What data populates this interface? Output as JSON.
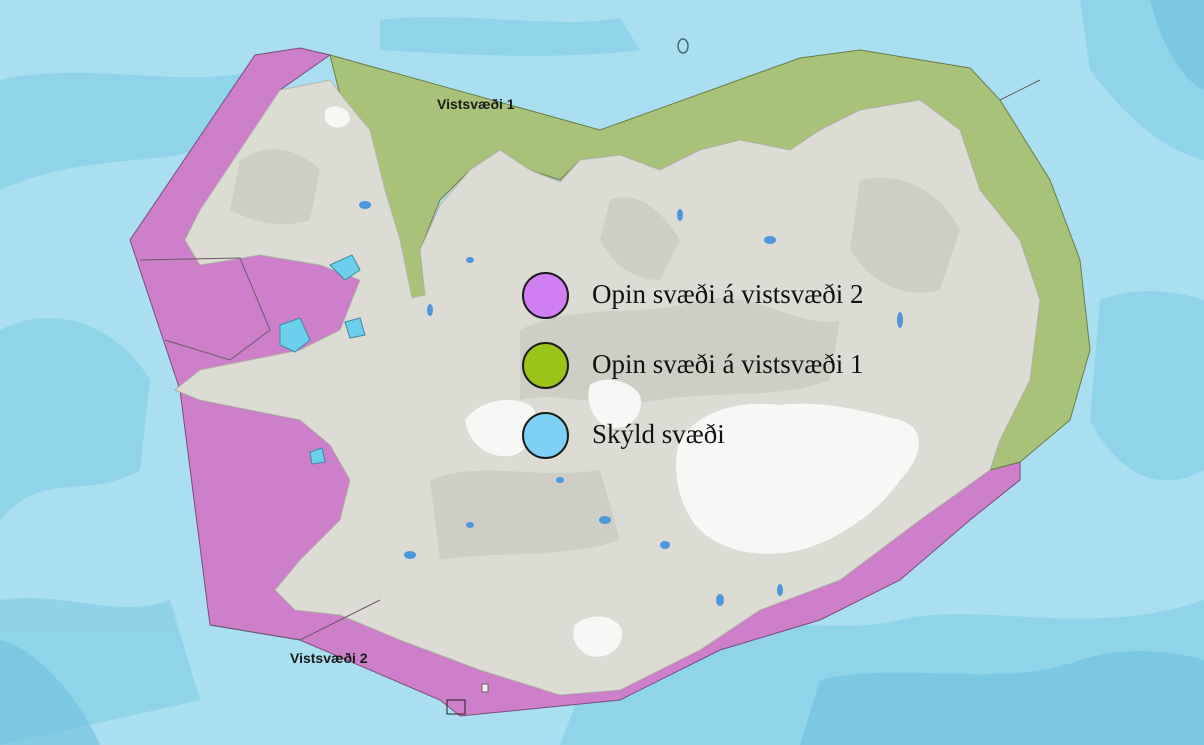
{
  "colors": {
    "ocean_light": "#a9dff0",
    "ocean_mid": "#86cfe6",
    "ocean_deep": "#6fbfdd",
    "land": "#dcdcd4",
    "glacier": "#f7f7f5",
    "lake": "#4d98dd",
    "zone2_open": "#cd7fc9",
    "zone1_open": "#a9c27a",
    "protected": "#6cd0ec"
  },
  "zones": {
    "zone1_label": "Vistsvæði 1",
    "zone2_label": "Vistsvæði 2"
  },
  "legend": {
    "items": [
      {
        "label": "Opin svæði á vistsvæði 2",
        "color": "#cf7ff2",
        "icon": "circle-swatch"
      },
      {
        "label": "Opin svæði á vistsvæði 1",
        "color": "#9ac517",
        "icon": "circle-swatch"
      },
      {
        "label": "Skýld svæði",
        "color": "#7fd0f5",
        "icon": "circle-swatch"
      }
    ]
  }
}
